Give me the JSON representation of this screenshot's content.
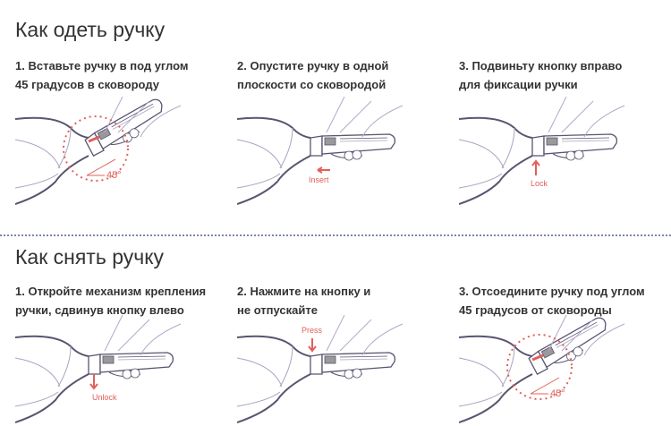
{
  "sections": [
    {
      "title": "Как одеть ручку",
      "steps": [
        {
          "lines": [
            "1. Вставьте ручку в под углом",
            "45 градусов в сковороду"
          ],
          "variant": "angle",
          "label": "45°"
        },
        {
          "lines": [
            "2. Опустите ручку в одной",
            "плоскости со сковородой"
          ],
          "variant": "insert",
          "label": "Insert"
        },
        {
          "lines": [
            "3. Подвиньту кнопку вправо",
            "для фиксации ручки"
          ],
          "variant": "lock",
          "label": "Lock"
        }
      ]
    },
    {
      "title": "Как снять ручку",
      "steps": [
        {
          "lines": [
            "1. Откройте механизм крепления",
            "ручки, сдвинув кнопку влево"
          ],
          "variant": "unlock",
          "label": "Unlock"
        },
        {
          "lines": [
            "2. Нажмите на кнопку и",
            "не отпускайте"
          ],
          "variant": "press",
          "label": "Press"
        },
        {
          "lines": [
            "3. Отсоедините ручку под углом",
            "45 градусов от сковороды"
          ],
          "variant": "angle",
          "label": "45°"
        }
      ]
    }
  ],
  "colors": {
    "accent": "#e0605a",
    "line": "#5a5470",
    "divider": "#7d87a8"
  }
}
